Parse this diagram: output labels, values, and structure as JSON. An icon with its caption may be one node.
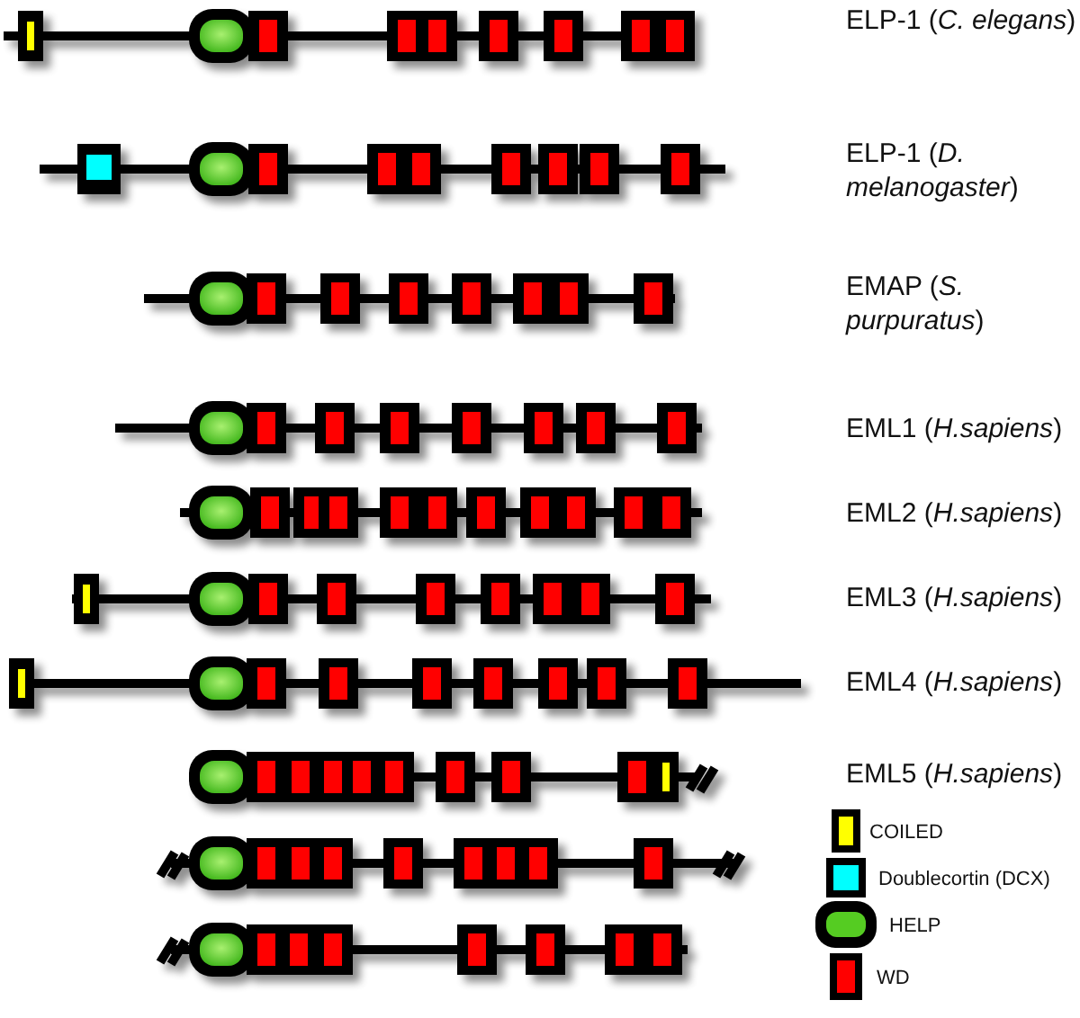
{
  "diagram": {
    "labels": [
      "ELP-1 (*C. elegans*)",
      "ELP-1 (*D. melanogaster*)",
      "EMAP (*S. purpuratus*)",
      "EML1 (*H.sapiens*)",
      "EML2 (*H.sapiens*)",
      "EML3 (*H.sapiens*)",
      "EML4 (*H.sapiens*)",
      "EML5 (*H.sapiens*)"
    ],
    "legend": [
      {
        "text": "COILED",
        "color": "#ffff00"
      },
      {
        "text": "Doublecortin (DCX)",
        "color": "#00ffff"
      },
      {
        "text": "HELP",
        "color": "#55cc22"
      },
      {
        "text": "WD",
        "color": "#ff0000"
      }
    ]
  }
}
